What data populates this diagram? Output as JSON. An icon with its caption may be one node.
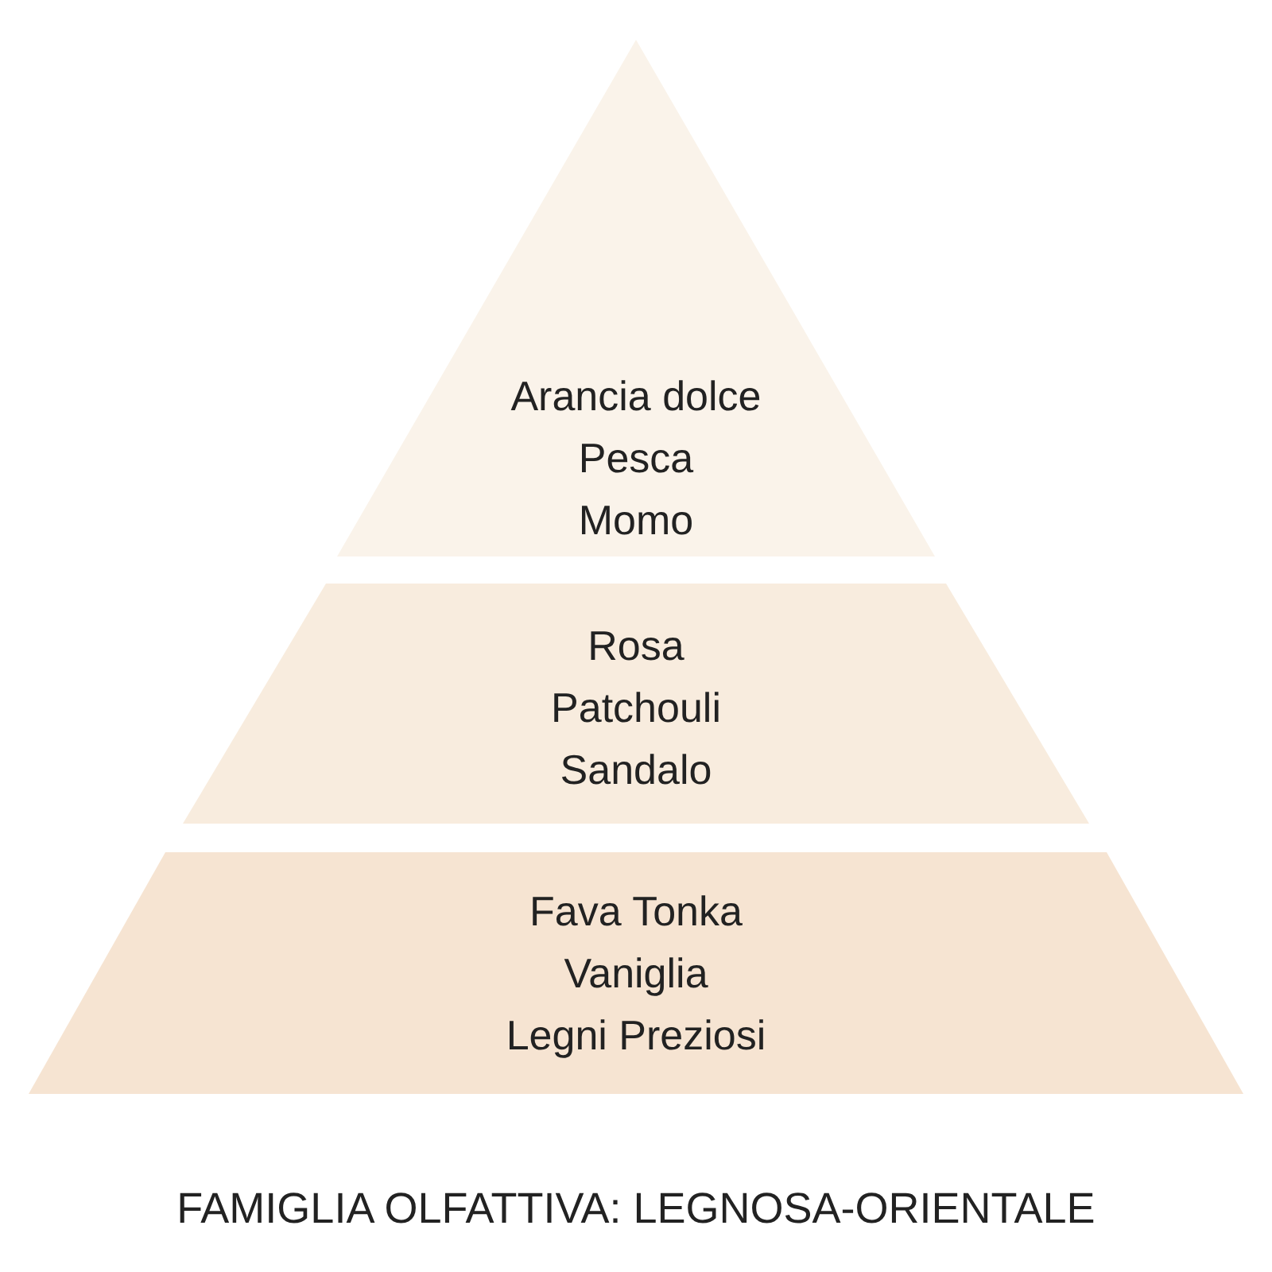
{
  "diagram": {
    "caption": "FAMIGLIA OLFATTIVA: LEGNOSA-ORIENTALE",
    "nodes": [
      {
        "text": [
          "Arancia dolce",
          "Pesca",
          "Momo"
        ]
      },
      {
        "text": [
          "Rosa",
          "Patchouli",
          "Sandalo"
        ]
      },
      {
        "text": [
          "Fava Tonka",
          "Vaniglia",
          "Legni Preziosi"
        ]
      }
    ]
  }
}
